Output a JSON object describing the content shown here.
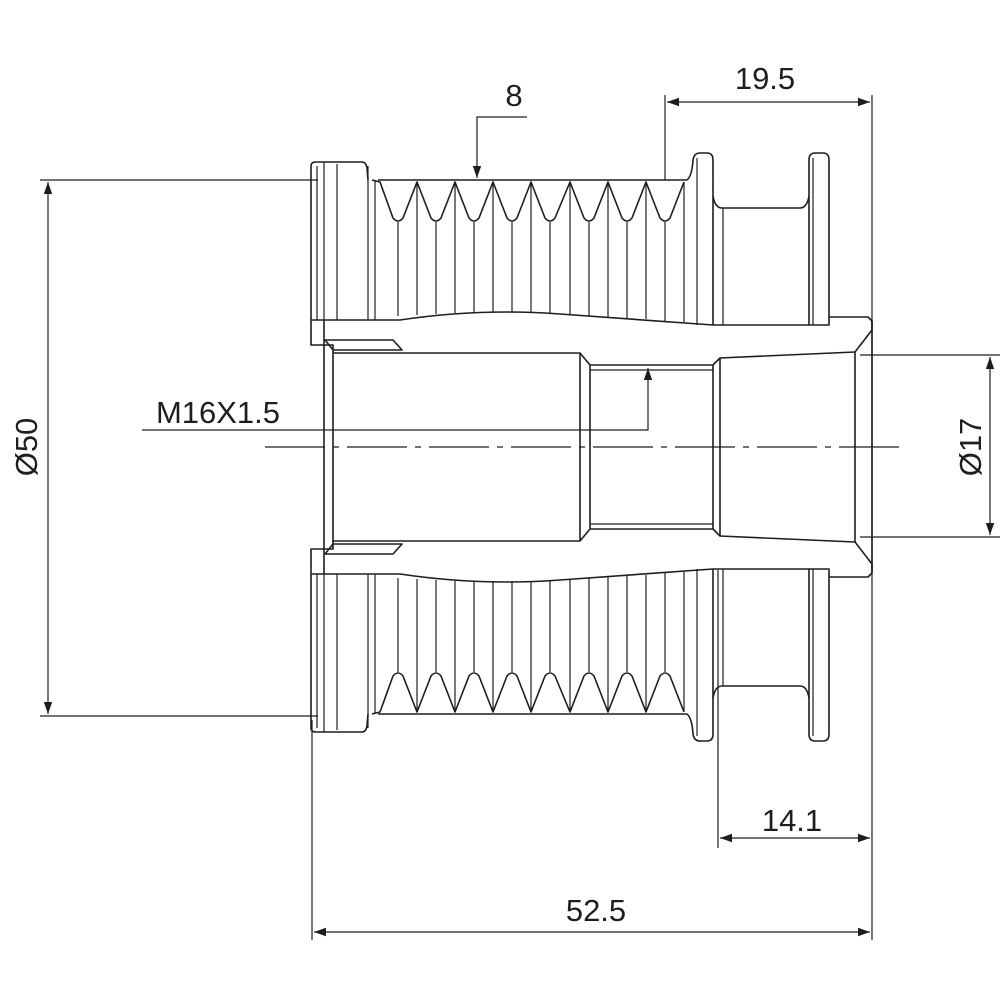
{
  "drawing": {
    "title": "Alternator pulley technical drawing",
    "line_color": "#1e1e1e",
    "dimensions": {
      "outer_diameter": "Ø50",
      "bore_diameter": "Ø17",
      "thread": "M16X1.5",
      "rib_count": "8",
      "flange_width": "19.5",
      "hub_width": "14.1",
      "total_length": "52.5"
    }
  }
}
